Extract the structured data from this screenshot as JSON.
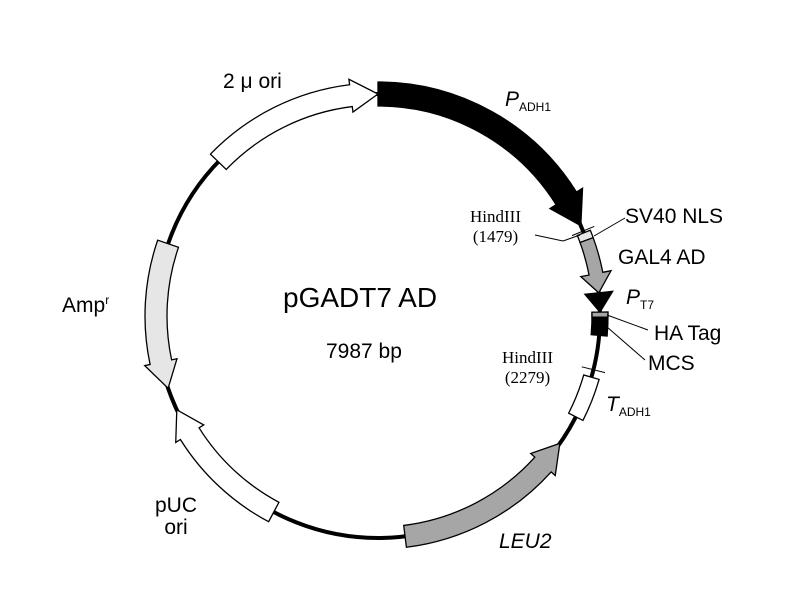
{
  "plasmid": {
    "name": "pGADT7 AD",
    "size": "7987 bp"
  },
  "features": {
    "padh1": {
      "main": "P",
      "sub": "ADH1",
      "color": "#000000"
    },
    "sv40": "SV40 NLS",
    "gal4": {
      "label": "GAL4 AD",
      "color": "#a6a6a6"
    },
    "pt7": {
      "main": "P",
      "sub": "T7"
    },
    "ha": "HA Tag",
    "mcs": "MCS",
    "tadh1": {
      "main": "T",
      "sub": "ADH1"
    },
    "leu2": {
      "label": "LEU2",
      "color": "#a6a6a6"
    },
    "puc": {
      "line1": "pUC",
      "line2": "ori"
    },
    "amp": {
      "main": "Amp",
      "sup": "r",
      "color": "#e6e6e6"
    },
    "twomu": "2 μ ori"
  },
  "sites": {
    "hind1": {
      "name": "HindIII",
      "pos": "(1479)"
    },
    "hind2": {
      "name": "HindIII",
      "pos": "(2279)"
    }
  }
}
